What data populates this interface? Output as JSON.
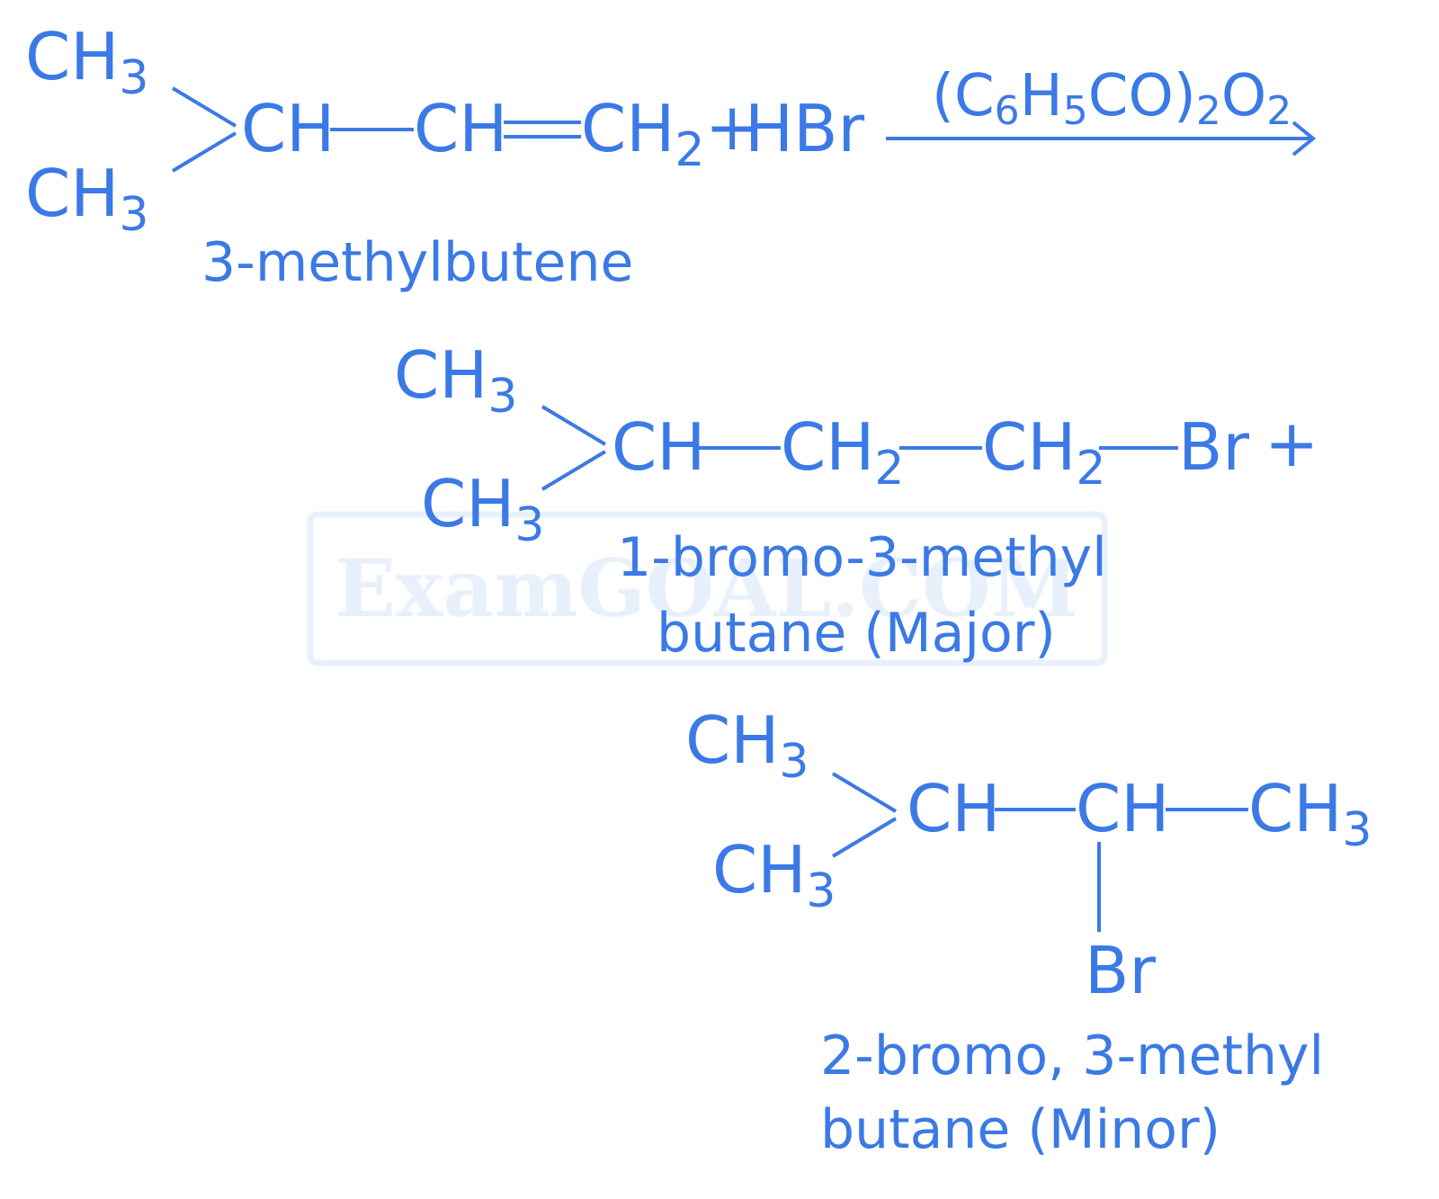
{
  "colors": {
    "ink": "#3b7ae6",
    "watermark": "#e8f0fc",
    "watermark_border": "#e8f0fc"
  },
  "watermark": {
    "text": "ExamGOAL.COM"
  },
  "reaction": {
    "reactant": {
      "ch3_top": "CH",
      "ch3_top_sub": "3",
      "ch3_bottom": "CH",
      "ch3_bottom_sub": "3",
      "ch_a": "CH",
      "ch_b": "CH",
      "ch2": "CH",
      "ch2_sub": "2",
      "plus": "+",
      "reagent": "HBr",
      "name": "3-methylbutene"
    },
    "condition": {
      "open": "(C",
      "sub_6": "6",
      "h": "H",
      "sub_5": "5",
      "co": "CO)",
      "sub_2a": "2",
      "o": "O",
      "sub_2b": "2"
    },
    "major": {
      "ch3_top": "CH",
      "ch3_top_sub": "3",
      "ch3_bottom": "CH",
      "ch3_bottom_sub": "3",
      "ch": "CH",
      "ch2_a": "CH",
      "ch2_a_sub": "2",
      "ch2_b": "CH",
      "ch2_b_sub": "2",
      "br": "Br",
      "plus": "+",
      "name_line1": "1-bromo-3-methyl",
      "name_line2": "butane (Major)"
    },
    "minor": {
      "ch3_top": "CH",
      "ch3_top_sub": "3",
      "ch3_bottom": "CH",
      "ch3_bottom_sub": "3",
      "ch_a": "CH",
      "ch_b": "CH",
      "ch3_end": "CH",
      "ch3_end_sub": "3",
      "br": "Br",
      "name_line1": "2-bromo, 3-methyl",
      "name_line2": "butane (Minor)"
    }
  }
}
